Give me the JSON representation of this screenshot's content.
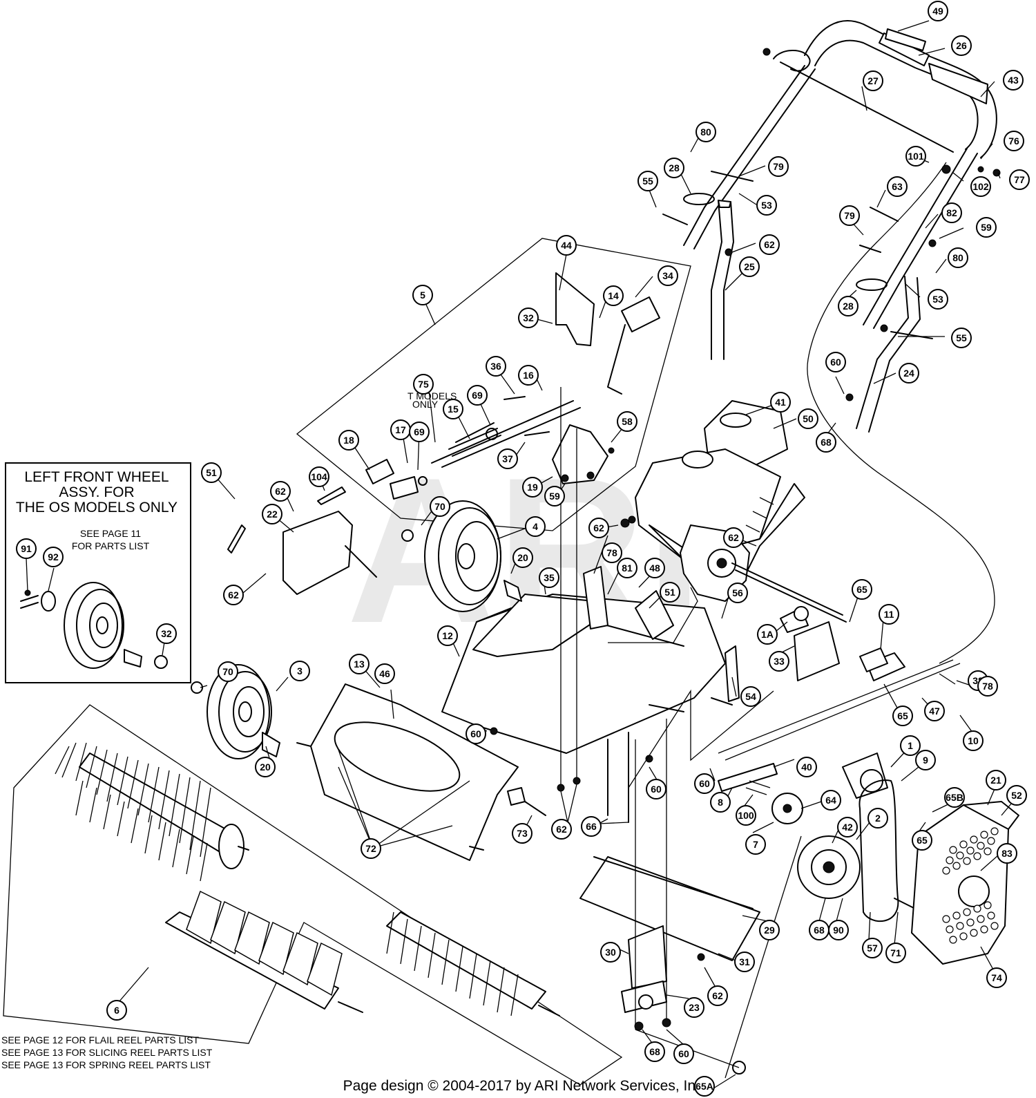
{
  "watermark": "ARI",
  "inset": {
    "title_line1": "LEFT FRONT WHEEL",
    "title_line2": "ASSY. FOR",
    "title_line3": "THE OS MODELS ONLY",
    "see_line1": "SEE PAGE 11",
    "see_line2": "FOR PARTS LIST"
  },
  "t_models_note": {
    "line1": "T MODELS",
    "line2": "ONLY"
  },
  "reel_notes": [
    "SEE PAGE 12 FOR FLAIL REEL PARTS LIST",
    "SEE PAGE 13 FOR SLICING REEL PARTS LIST",
    "SEE PAGE 13 FOR SPRING REEL PARTS LIST"
  ],
  "footer": "Page design © 2004-2017 by ARI Network Services, Inc.",
  "callouts": [
    "49",
    "26",
    "27",
    "43",
    "80",
    "79",
    "101",
    "76",
    "77",
    "102",
    "28",
    "55",
    "53",
    "63",
    "62",
    "25",
    "79",
    "82",
    "59",
    "80",
    "28",
    "53",
    "55",
    "44",
    "5",
    "34",
    "14",
    "32",
    "36",
    "16",
    "75",
    "69",
    "15",
    "62",
    "60",
    "24",
    "58",
    "41",
    "50",
    "18",
    "17",
    "69",
    "37",
    "19",
    "59",
    "68",
    "51",
    "104",
    "62",
    "22",
    "70",
    "4",
    "62",
    "20",
    "78",
    "81",
    "48",
    "51",
    "35",
    "65",
    "62",
    "56",
    "11",
    "1A",
    "33",
    "12",
    "38",
    "54",
    "78",
    "65",
    "47",
    "10",
    "70",
    "3",
    "13",
    "46",
    "60",
    "1",
    "9",
    "20",
    "40",
    "60",
    "8",
    "100",
    "60",
    "64",
    "7",
    "21",
    "52",
    "65B",
    "65",
    "83",
    "73",
    "72",
    "62",
    "66",
    "42",
    "2",
    "68",
    "90",
    "57",
    "71",
    "74",
    "29",
    "30",
    "31",
    "62",
    "23",
    "6",
    "68",
    "60",
    "65A",
    "91",
    "92",
    "32"
  ]
}
